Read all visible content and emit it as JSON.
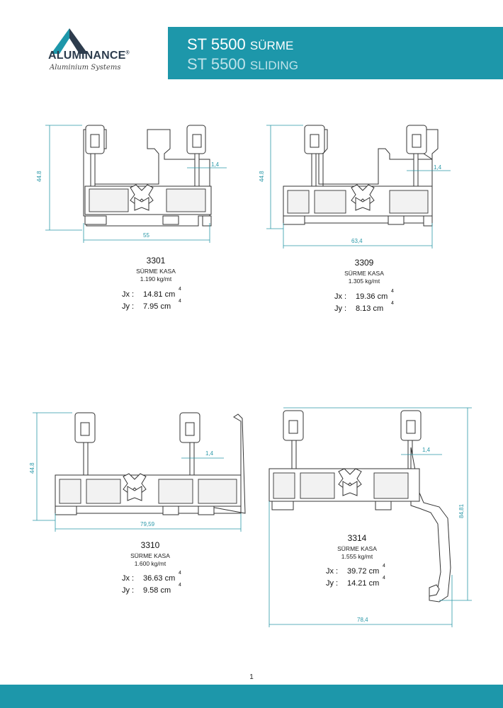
{
  "header": {
    "brand": "ALUMINANCE",
    "brand_mark": "®",
    "tagline": "Aluminium Systems",
    "title_tr_main": "ST 5500",
    "title_tr_sub": "SÜRME",
    "title_en_main": "ST 5500",
    "title_en_sub": "SLIDING",
    "accent_color": "#1d97aa"
  },
  "profiles": [
    {
      "code": "3301",
      "name": "SÜRME KASA",
      "weight": "1.190 kg/mt",
      "jx_label": "Jx :",
      "jx_value": "14.81 cm",
      "jy_label": "Jy :",
      "jy_value": "7.95 cm",
      "exp": "4",
      "dim_height": "44.8",
      "dim_width": "55",
      "dim_wall": "1,4"
    },
    {
      "code": "3309",
      "name": "SÜRME KASA",
      "weight": "1.305 kg/mt",
      "jx_label": "Jx :",
      "jx_value": "19.36 cm",
      "jy_label": "Jy :",
      "jy_value": "8.13 cm",
      "exp": "4",
      "dim_height": "44.8",
      "dim_width": "63,4",
      "dim_wall": "1,4"
    },
    {
      "code": "3310",
      "name": "SÜRME KASA",
      "weight": "1.600 kg/mt",
      "jx_label": "Jx :",
      "jx_value": "36.63 cm",
      "jy_label": "Jy :",
      "jy_value": "9.58 cm",
      "exp": "4",
      "dim_height": "44.8",
      "dim_width": "79,59",
      "dim_wall": "1,4"
    },
    {
      "code": "3314",
      "name": "SÜRME KASA",
      "weight": "1.555 kg/mt",
      "jx_label": "Jx :",
      "jx_value": "39.72 cm",
      "jy_label": "Jy :",
      "jy_value": "14.21 cm",
      "exp": "4",
      "dim_height": "84,81",
      "dim_width": "78,4",
      "dim_wall": "1,4"
    }
  ],
  "page_number": "1"
}
